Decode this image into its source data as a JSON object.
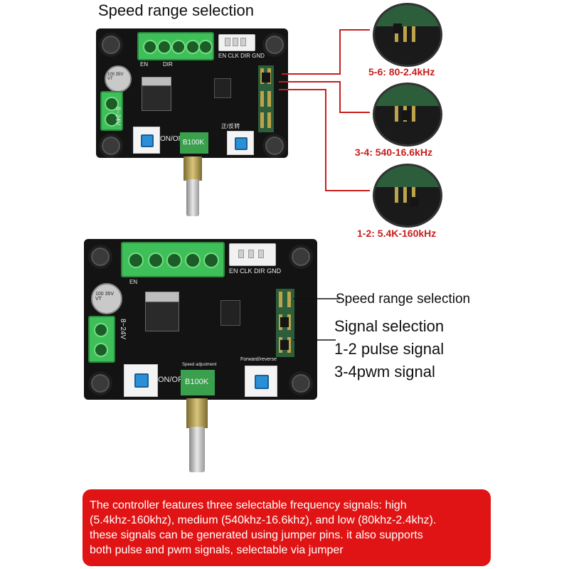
{
  "top": {
    "title": "Speed range selection",
    "ranges": [
      {
        "label": "5-6: 80-2.4kHz"
      },
      {
        "label": "3-4: 540-16.6kHz"
      },
      {
        "label": "1-2: 5.4K-160kHz"
      }
    ],
    "board": {
      "pins": [
        "EN",
        "CLK",
        "DIR",
        "GND"
      ],
      "labels": [
        "EN",
        "DIR",
        "ON/OFF",
        "B100K",
        "正/反转",
        "8~24V",
        "100 35V VT"
      ]
    }
  },
  "bottom": {
    "board": {
      "pins": [
        "EN",
        "CLK",
        "DIR",
        "GND"
      ],
      "labels": [
        "EN",
        "ON/OFF",
        "B100K",
        "8~24V",
        "100 35V VT",
        "Forward/reverse",
        "Speed adjustment"
      ]
    },
    "annotations": {
      "speed": "Speed range selection",
      "signal_title": "Signal selection",
      "pulse": "1-2 pulse signal",
      "pwm": "3-4pwm signal"
    }
  },
  "description": "The controller features three selectable frequency signals: high\n(5.4khz-160khz), medium (540khz-16.6khz), and low (80khz-2.4khz).\nthese signals can be generated using jumper pins. it also supports\nboth pulse and pwm signals, selectable via jumper",
  "colors": {
    "accent_red": "#e01414",
    "label_red": "#c81e1e",
    "terminal_green": "#3fbf5a",
    "button_blue": "#2a8fd6"
  }
}
